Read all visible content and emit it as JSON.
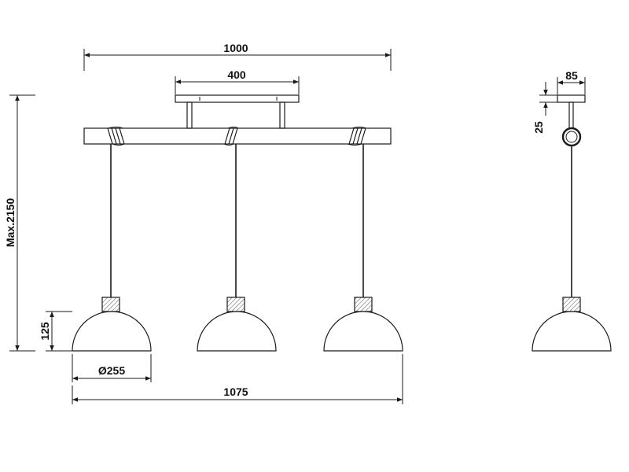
{
  "dimensions": {
    "overall_width": "1000",
    "canopy_width": "400",
    "max_height": "Max.2150",
    "shade_height": "125",
    "shade_diameter": "Ø255",
    "total_length": "1075",
    "side_width": "85",
    "side_height": "25"
  },
  "views": [
    "front-view",
    "side-view"
  ],
  "shade_count": 3
}
